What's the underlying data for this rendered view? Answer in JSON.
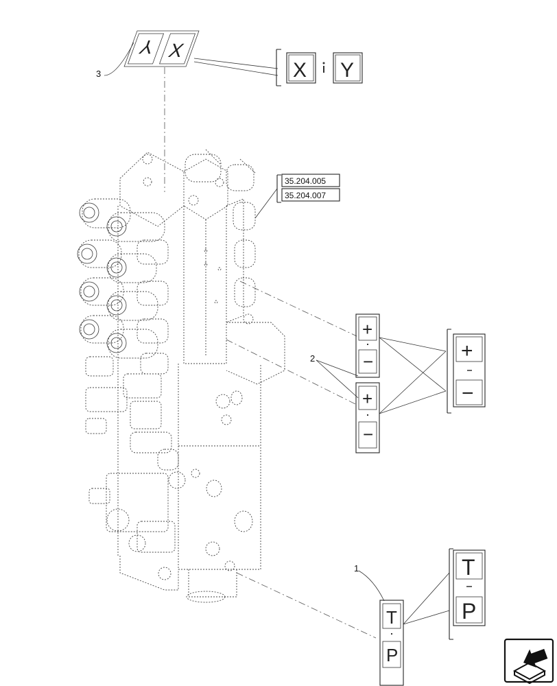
{
  "callouts": {
    "c1": "1",
    "c2": "2",
    "c3": "3"
  },
  "references": [
    "35.204.005",
    "35.204.007"
  ],
  "decals": {
    "xy": {
      "left": "X",
      "right": "Y"
    },
    "plus_minus": {
      "top": "+",
      "bottom": "−"
    },
    "tp": {
      "top": "T",
      "bottom": "P"
    }
  },
  "nav_icon": "next-page-arrow-icon"
}
